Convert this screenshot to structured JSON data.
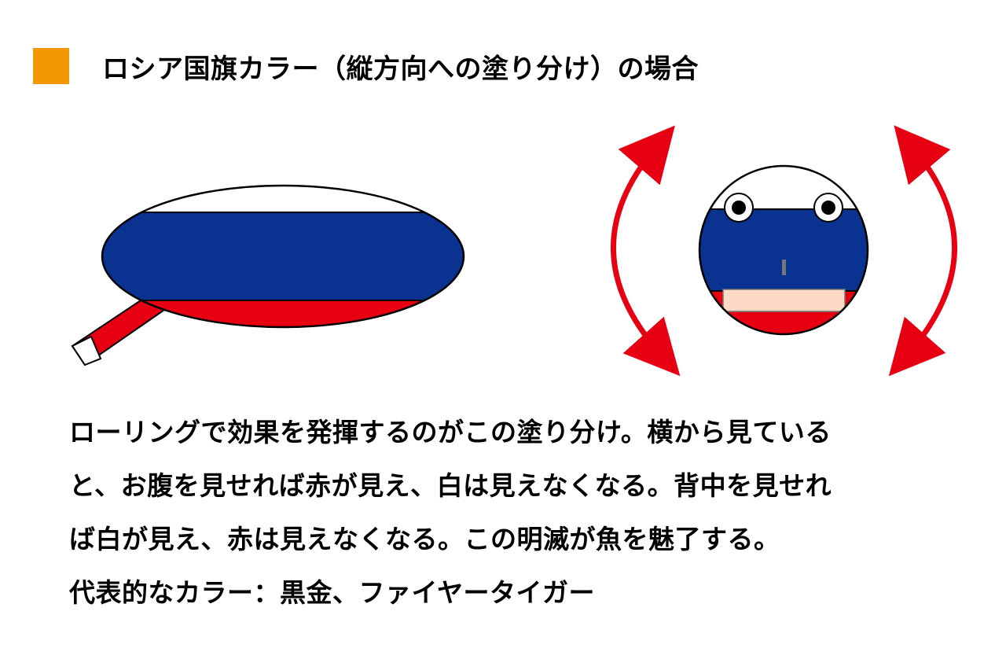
{
  "title": "ロシア国旗カラー（縦方向への塗り分け）の場合",
  "colors": {
    "accent_square": "#f39800",
    "flag_white": "#ffffff",
    "flag_blue": "#0a3291",
    "flag_red": "#e60012",
    "arrow_red": "#e60012",
    "mouth_skin": "#fcdac6",
    "outline": "#000000"
  },
  "diagram": {
    "side_view": "lure-side-view",
    "front_view": "lure-front-view",
    "rotation_arrows": [
      "curved-double-arrow-left",
      "curved-double-arrow-right"
    ]
  },
  "description_lines": [
    "ローリングで効果を発揮するのがこの塗り分け。横から見ている",
    "と、お腹を見せれば赤が見え、白は見えなくなる。背中を見せれ",
    "ば白が見え、赤は見えなくなる。この明滅が魚を魅了する。",
    "代表的なカラー：黒金、ファイヤータイガー"
  ]
}
